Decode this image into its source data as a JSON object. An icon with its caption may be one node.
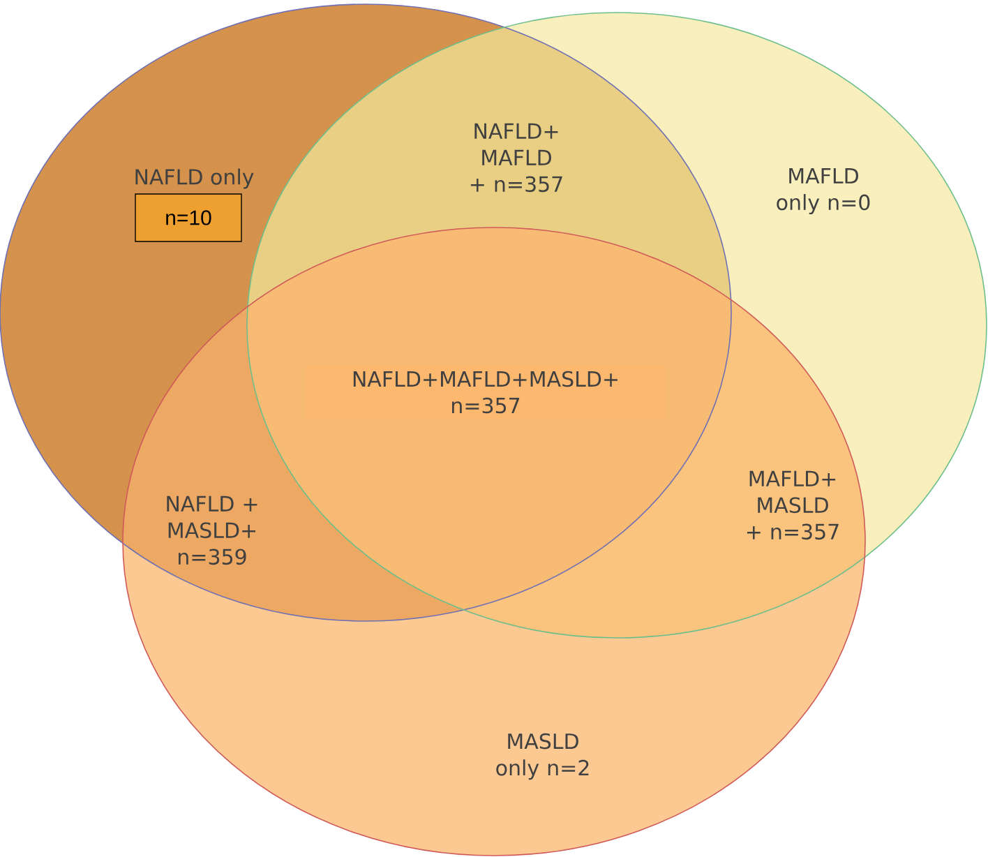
{
  "diagram": {
    "nodes": [
      {
        "text": [
          "NAFLD only",
          "n=10"
        ]
      },
      {
        "text": [
          "NAFLD+MAFLD+MASLD+ n=357"
        ]
      }
    ],
    "labels": [
      "NAFLD+ MAFLD + n=357",
      "MAFLD only n=0",
      "NAFLD + MASLD+ n=359",
      "MAFLD+ MASLD + n=357",
      "MASLD only n=2"
    ]
  }
}
